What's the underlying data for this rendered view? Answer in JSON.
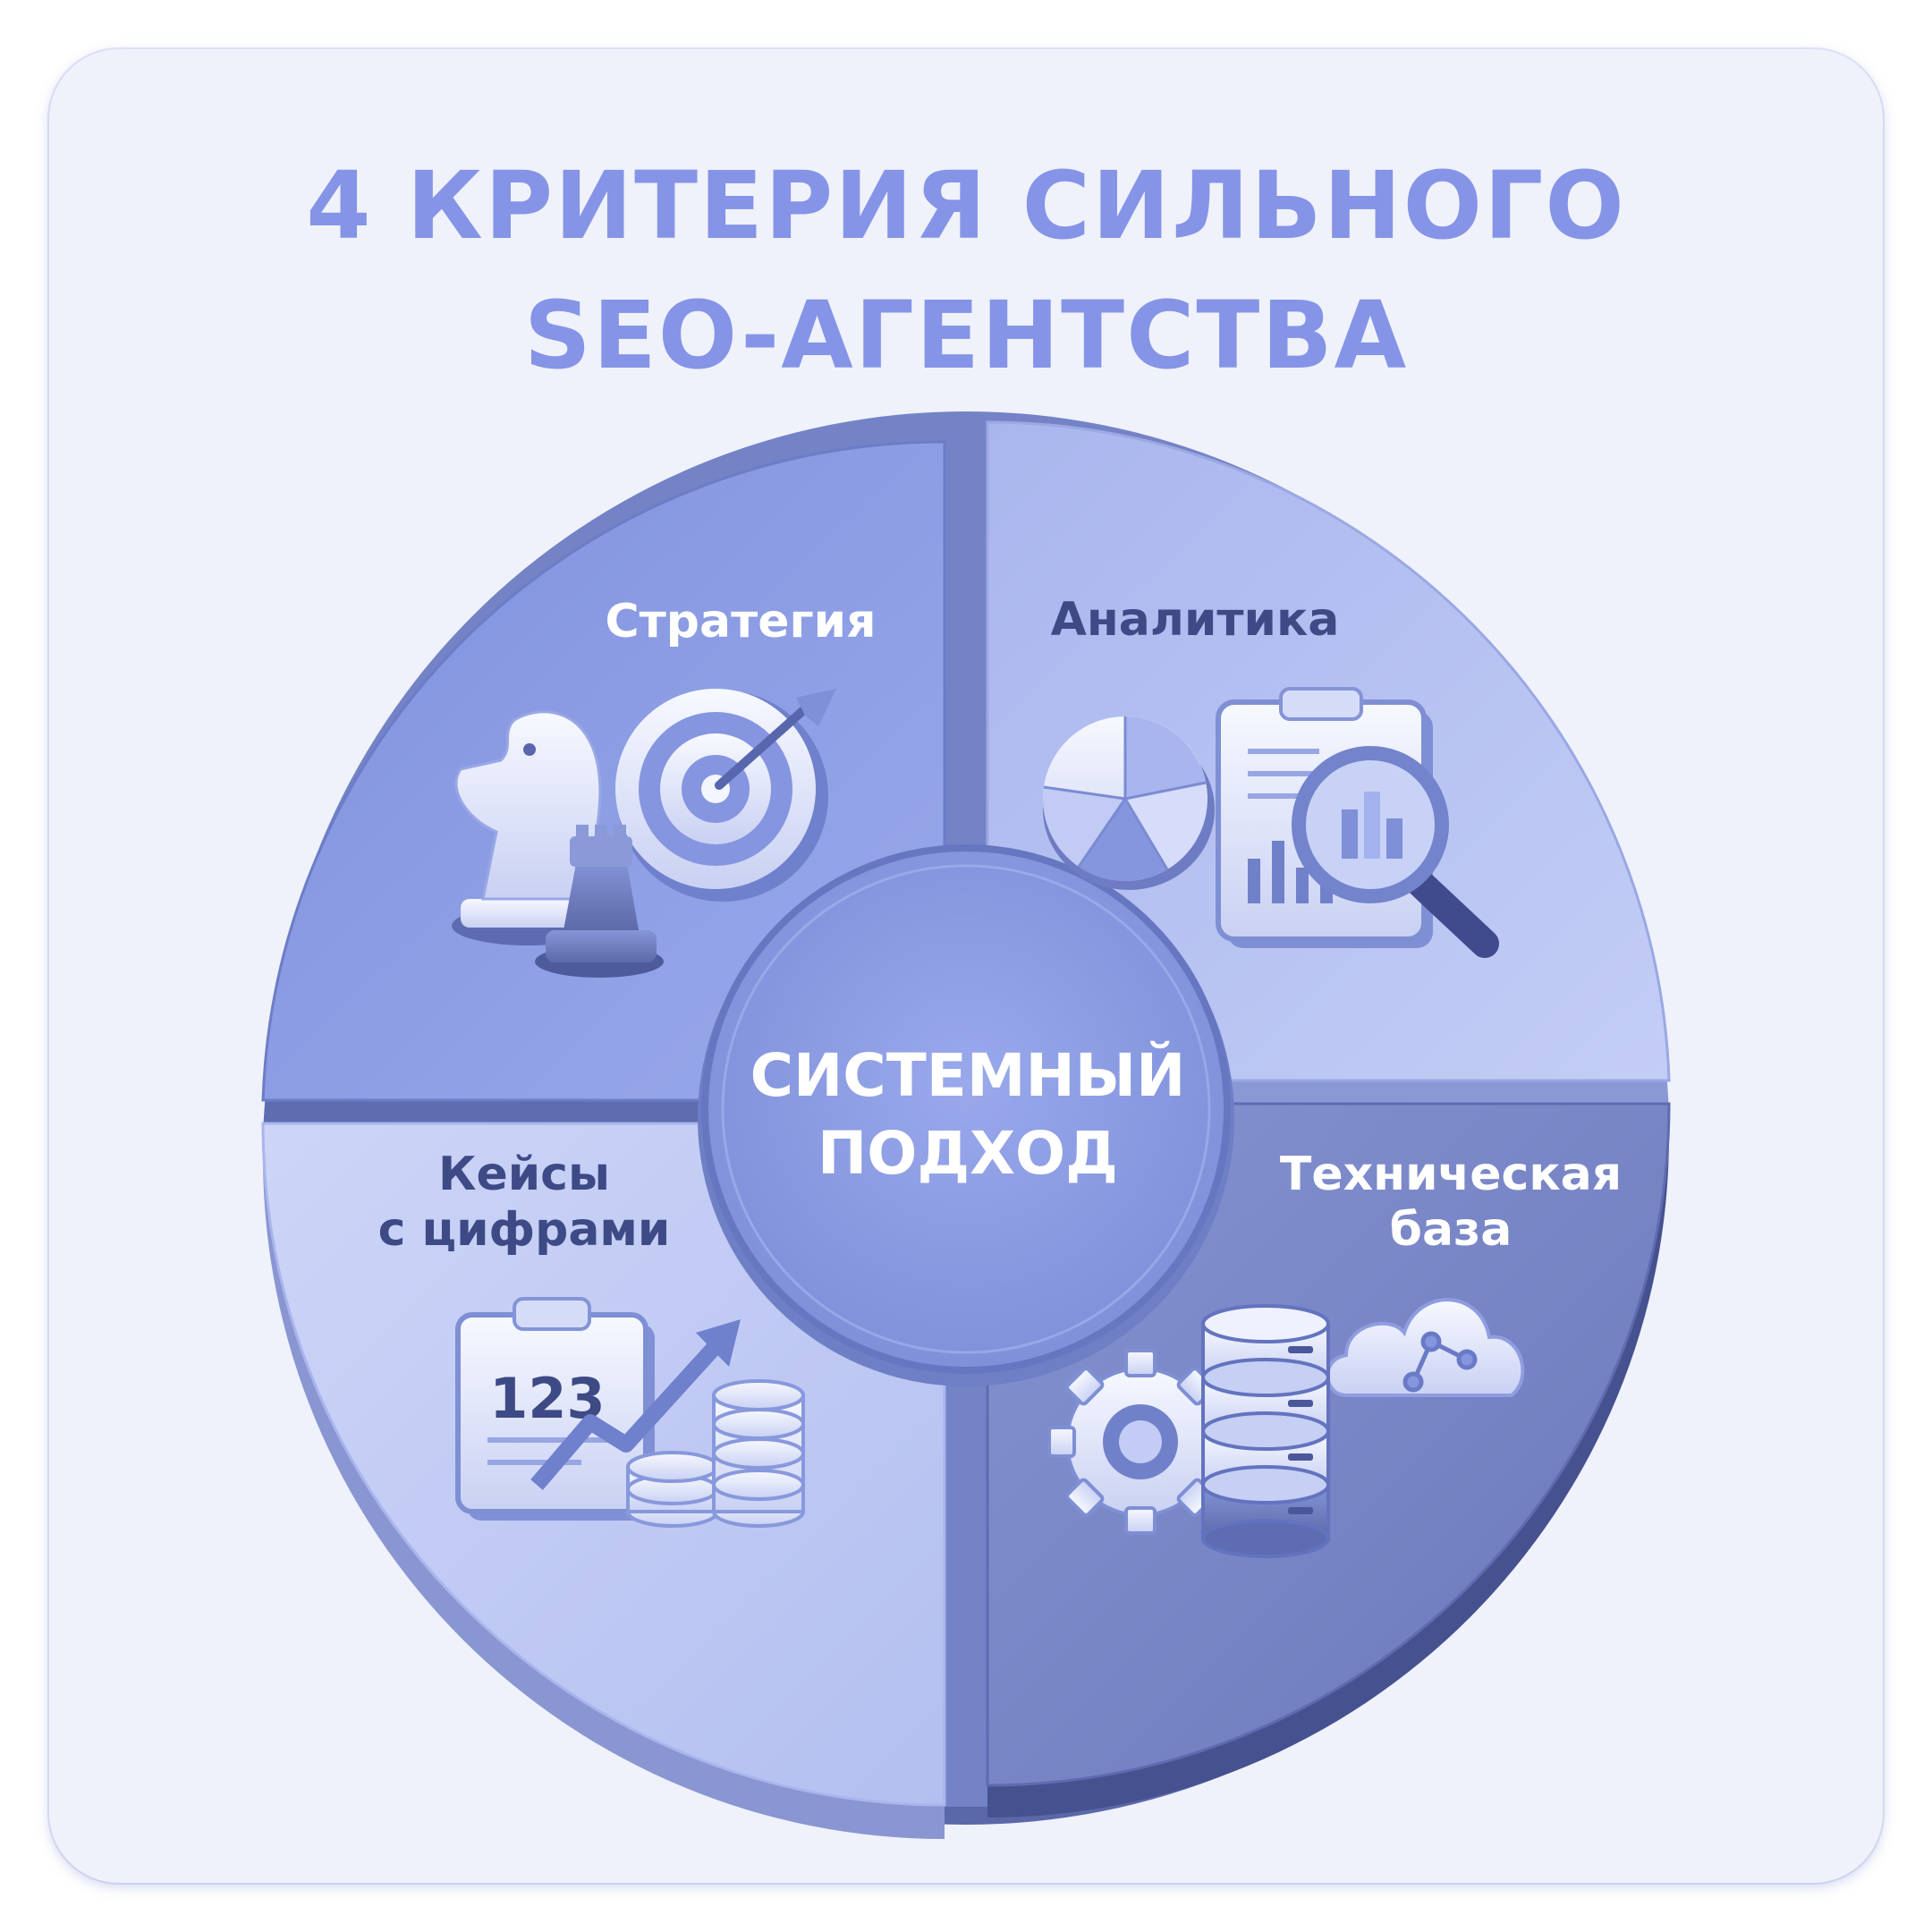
{
  "title": {
    "line1": "4 КРИТЕРИЯ СИЛЬНОГО",
    "line2": "SEO-АГЕНТСТВА"
  },
  "center": {
    "line1": "СИСТЕМНЫЙ",
    "line2": "ПОДХОД"
  },
  "segments": [
    {
      "id": "strategy",
      "lines": [
        "Стратегия"
      ],
      "icon": "chess-target-icon"
    },
    {
      "id": "analytics",
      "lines": [
        "Аналитика"
      ],
      "icon": "pie-chart-report-icon"
    },
    {
      "id": "cases",
      "lines": [
        "Кейсы",
        "с цифрами"
      ],
      "icon": "clipboard-coins-growth-icon"
    },
    {
      "id": "tech",
      "lines": [
        "Техническая",
        "база"
      ],
      "icon": "gear-database-cloud-icon"
    }
  ],
  "colors": {
    "title": "#8594e6",
    "strategy": "#8b9be0",
    "analytics": "#b6c2f0",
    "cases": "#c4cdf4",
    "tech": "#7b88c8",
    "center": "#8b9be0",
    "dark_text": "#3e4a85",
    "light_text": "#ffffff"
  }
}
